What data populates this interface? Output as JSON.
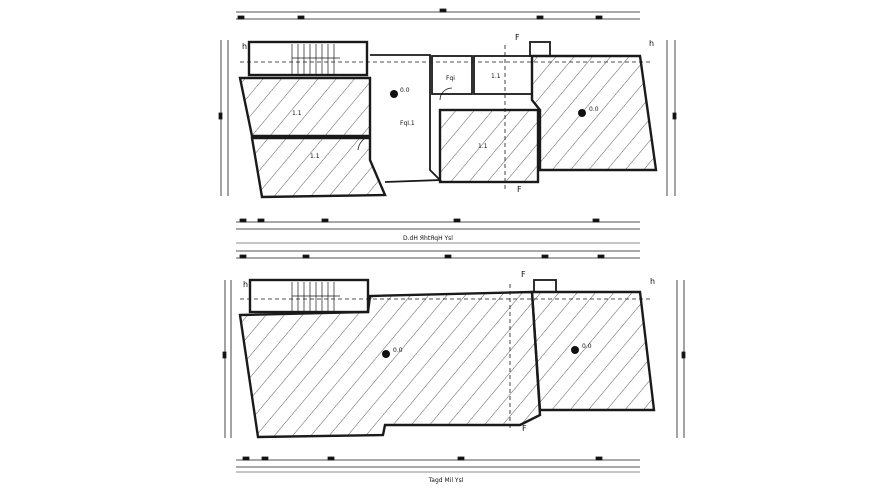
{
  "drawing": {
    "top_plan": {
      "caption": "D.dH ЯhtЯqH Ysl",
      "section_marker": "F",
      "height_marker": "h",
      "room_labels": [
        "1.1",
        "1.1",
        "1.1",
        "1.1",
        "Fqi",
        "FqI.1"
      ],
      "level_marks": [
        "0.0",
        "0.0"
      ]
    },
    "bottom_plan": {
      "caption": "Tagd Mil Ysl",
      "section_marker": "F",
      "height_marker": "h",
      "level_marks": [
        "0.0",
        "0.0"
      ]
    },
    "colors": {
      "line": "#1a1a1a",
      "hatch": "#333333",
      "background": "#ffffff"
    }
  }
}
